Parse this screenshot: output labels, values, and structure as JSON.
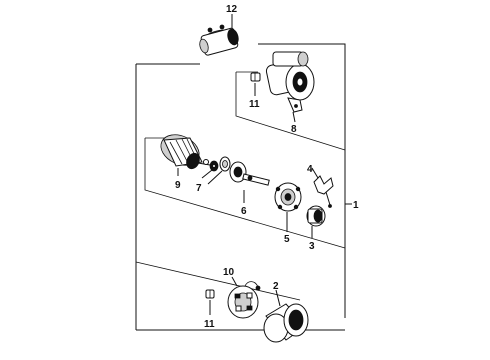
{
  "diagram": {
    "callouts": [
      {
        "id": "c1",
        "label": "1"
      },
      {
        "id": "c2",
        "label": "2"
      },
      {
        "id": "c3",
        "label": "3"
      },
      {
        "id": "c4",
        "label": "4"
      },
      {
        "id": "c5",
        "label": "5"
      },
      {
        "id": "c6",
        "label": "6"
      },
      {
        "id": "c7",
        "label": "7"
      },
      {
        "id": "c8",
        "label": "8"
      },
      {
        "id": "c9",
        "label": "9"
      },
      {
        "id": "c10",
        "label": "10"
      },
      {
        "id": "c11a",
        "label": "11"
      },
      {
        "id": "c11b",
        "label": "11"
      },
      {
        "id": "c12",
        "label": "12"
      }
    ]
  }
}
